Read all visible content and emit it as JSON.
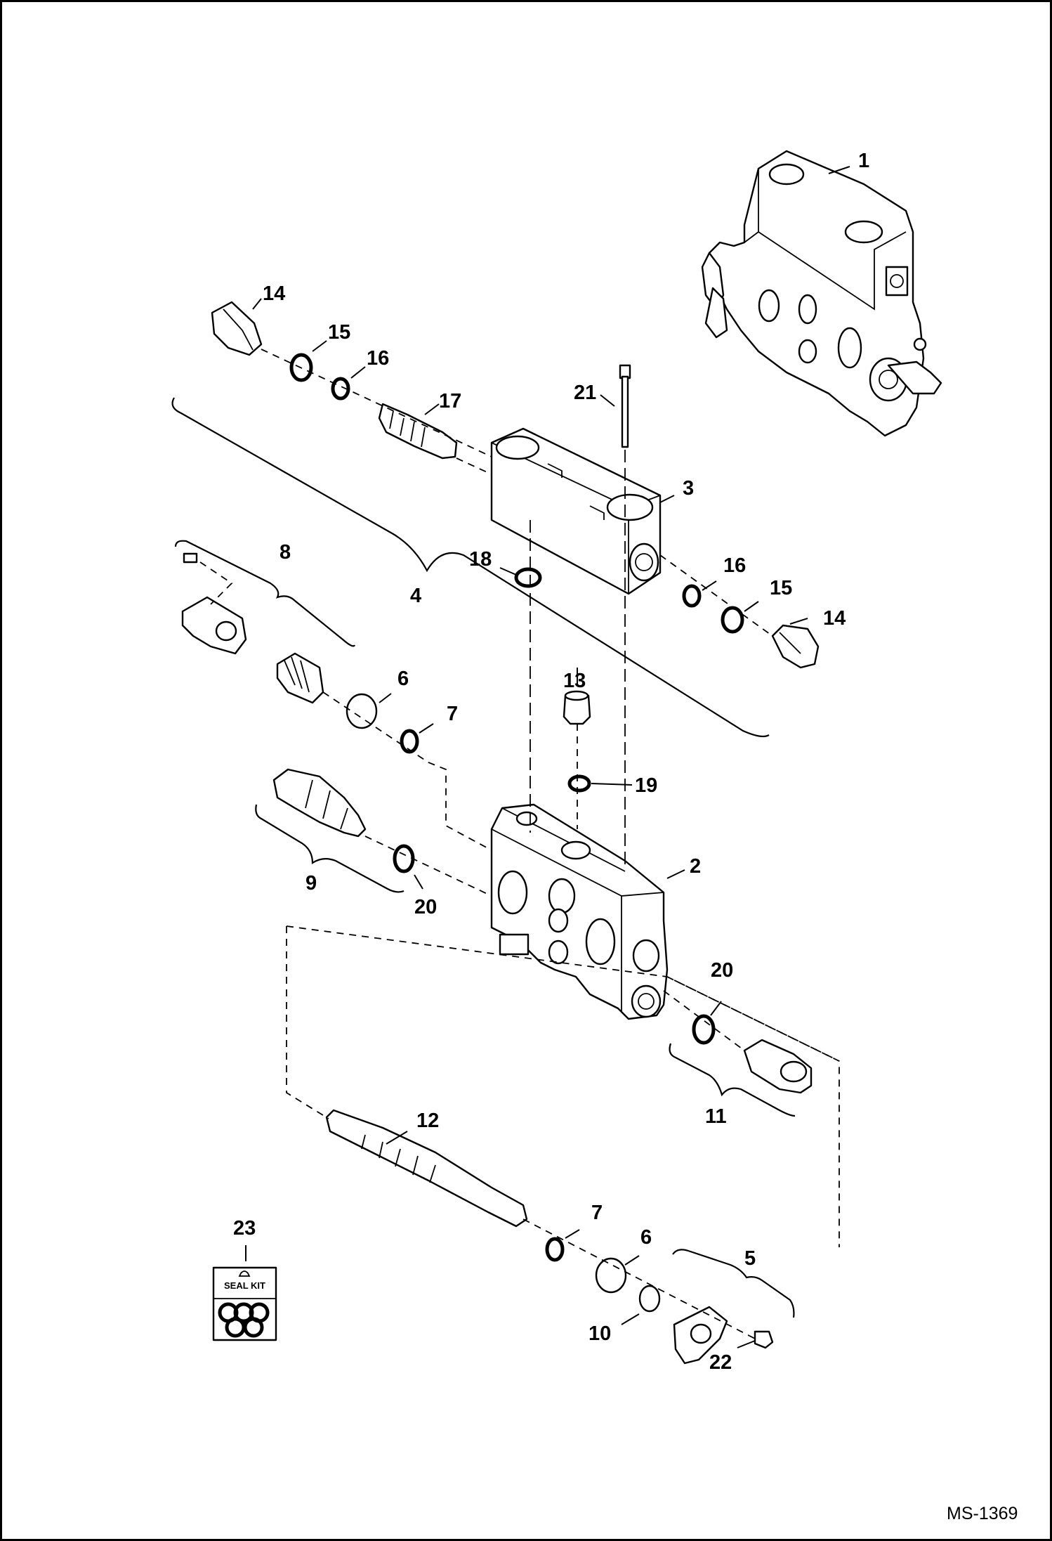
{
  "callouts": {
    "c1": "1",
    "c2": "2",
    "c3": "3",
    "c4": "4",
    "c5": "5",
    "c6a": "6",
    "c6b": "6",
    "c7a": "7",
    "c7b": "7",
    "c8": "8",
    "c9": "9",
    "c10": "10",
    "c11": "11",
    "c12": "12",
    "c13": "13",
    "c14a": "14",
    "c14b": "14",
    "c15a": "15",
    "c15b": "15",
    "c16a": "16",
    "c16b": "16",
    "c17": "17",
    "c18": "18",
    "c19": "19",
    "c20a": "20",
    "c20b": "20",
    "c21": "21",
    "c22": "22",
    "c23": "23"
  },
  "seal_kit": {
    "label": "SEAL KIT"
  },
  "document_id": "MS-1369"
}
